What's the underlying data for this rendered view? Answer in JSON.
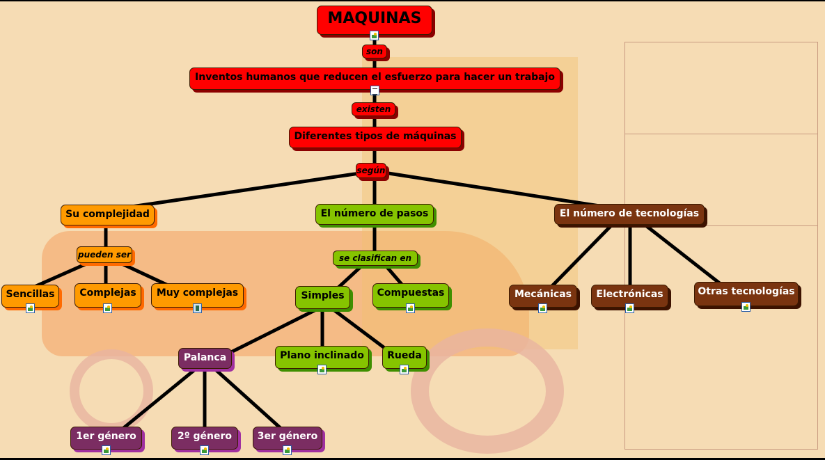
{
  "map": {
    "root": {
      "label": "MAQUINAS",
      "icon": "image-icon"
    },
    "l_son": "son",
    "inventos": {
      "label": "Inventos humanos que reducen el esfuerzo para hacer un trabajo",
      "icon": "document-icon"
    },
    "l_existen": "existen",
    "diferentes": {
      "label": "Diferentes tipos de máquinas"
    },
    "l_segun": "según",
    "complejidad": {
      "label": "Su complejidad"
    },
    "pasos": {
      "label": "El número de pasos"
    },
    "tecnologias": {
      "label": "El número de tecnologías"
    },
    "l_pueden": "pueden ser",
    "l_clasifican": "se clasifican en",
    "sencillas": {
      "label": "Sencillas",
      "icon": "image-icon"
    },
    "complejas": {
      "label": "Complejas",
      "icon": "image-icon"
    },
    "muy": {
      "label": "Muy complejas",
      "icon": "video-icon"
    },
    "simples": {
      "label": "Simples"
    },
    "compuestas": {
      "label": "Compuestas",
      "icon": "image-icon"
    },
    "mecanicas": {
      "label": "Mecánicas",
      "icon": "image-icon"
    },
    "electronicas": {
      "label": "Electrónicas",
      "icon": "image-icon"
    },
    "otras": {
      "label": "Otras tecnologías",
      "icon": "image-icon"
    },
    "palanca": {
      "label": "Palanca"
    },
    "plano": {
      "label": "Plano inclinado",
      "icon": "image-icon"
    },
    "rueda": {
      "label": "Rueda",
      "icon": "image-icon"
    },
    "g1": {
      "label": "1er género",
      "icon": "image-icon"
    },
    "g2": {
      "label": "2º género",
      "icon": "image-icon"
    },
    "g3": {
      "label": "3er género",
      "icon": "image-icon"
    }
  },
  "colors": {
    "red": "#ff0000",
    "orange": "#ff9a00",
    "green": "#86c400",
    "brown": "#7a3410",
    "purple": "#7b2d62",
    "background": "#f6dcb4"
  }
}
